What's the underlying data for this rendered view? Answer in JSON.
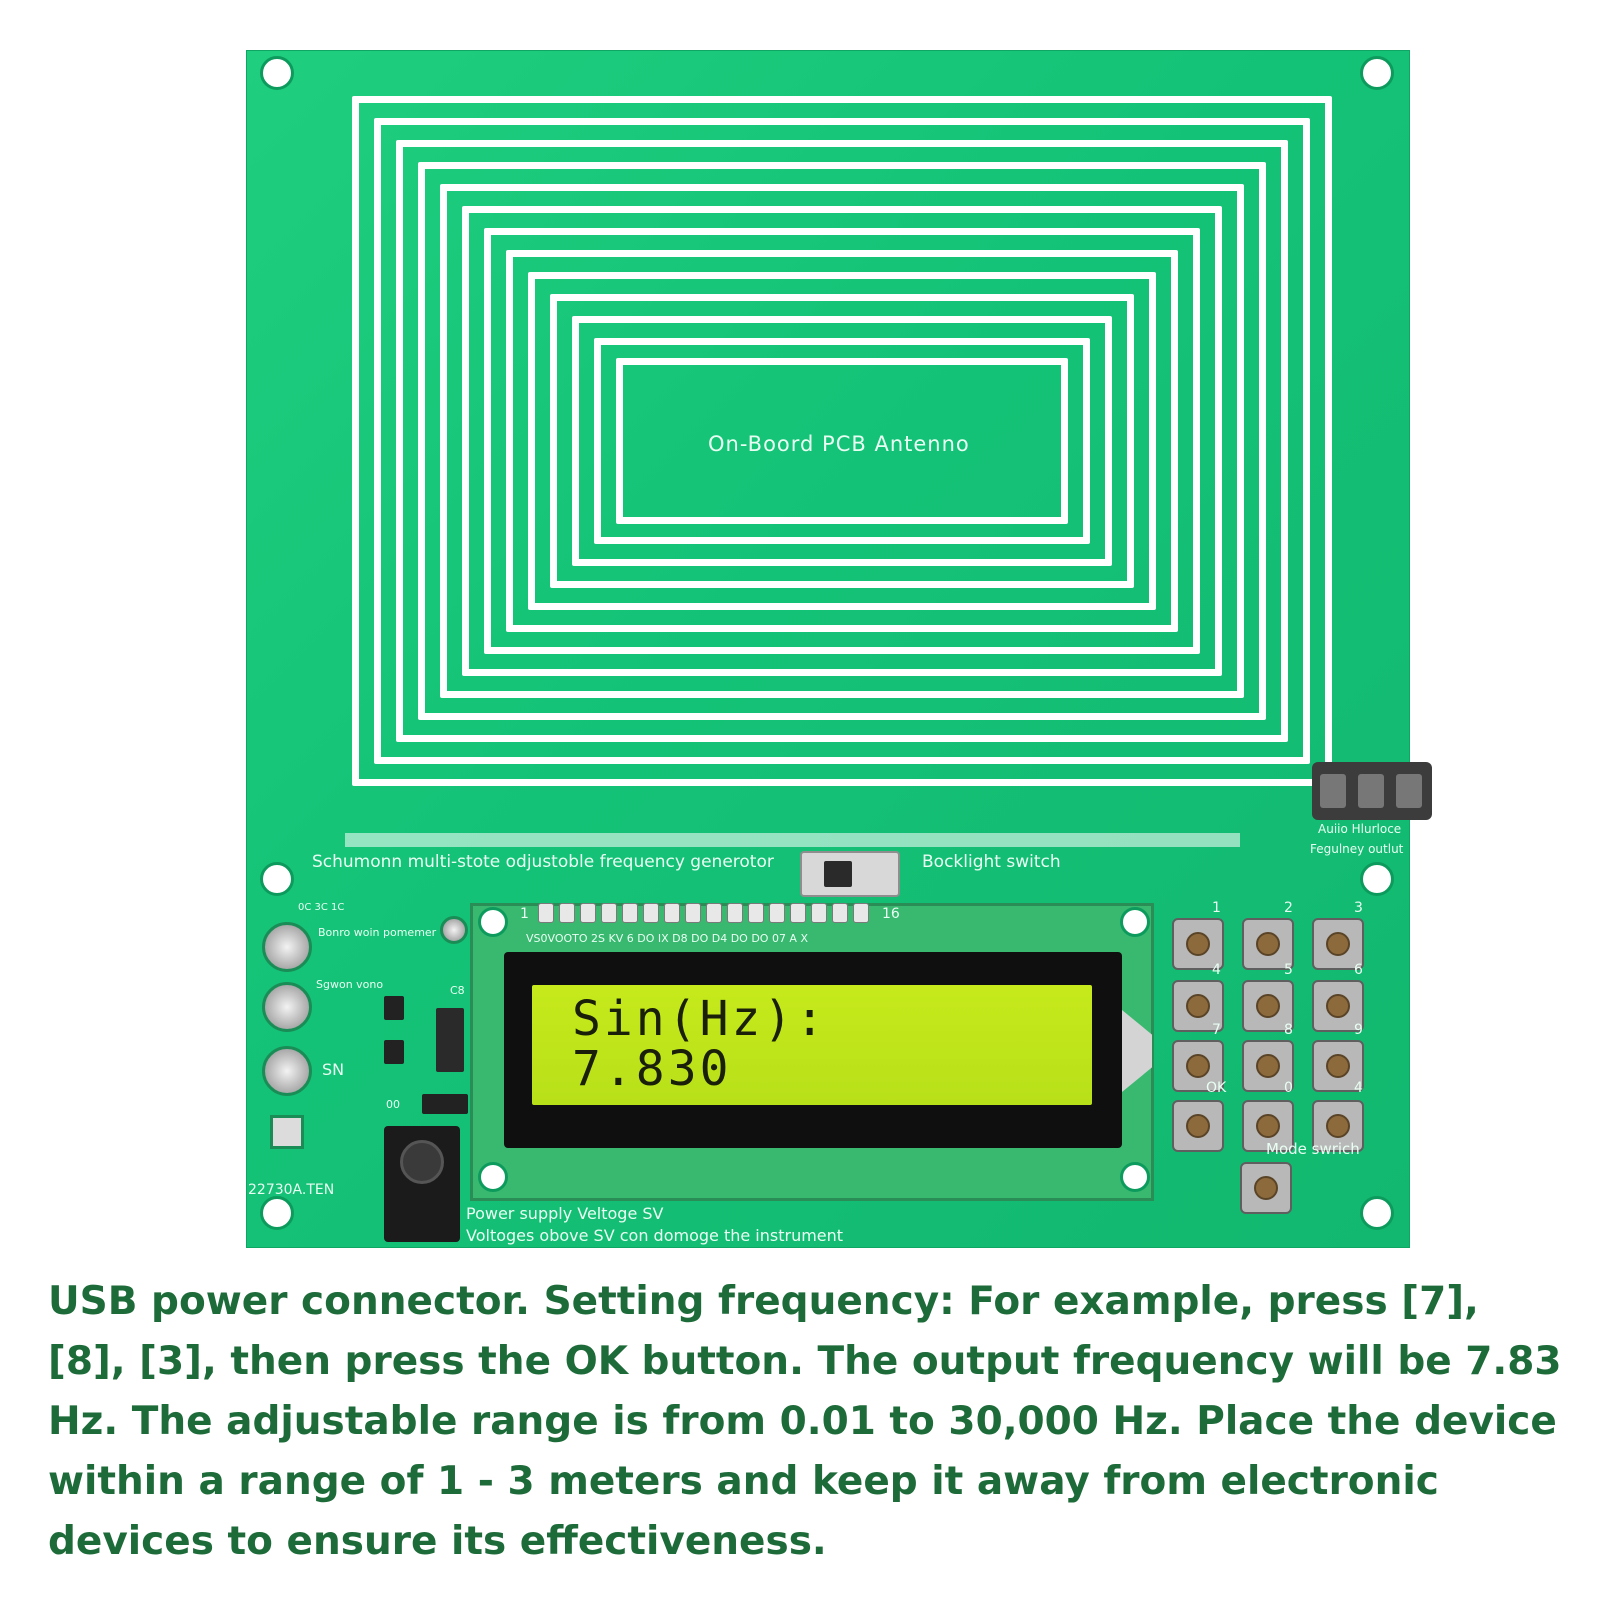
{
  "board": {
    "antenna_label": "On-Boord PCB Antenno",
    "title": "Schumonn multi-stote odjustoble frequency generotor",
    "backlight_label": "Bocklight switch",
    "audio_label_1": "Auiio Hlurloce",
    "audio_label_2": "Fegulney outlut",
    "left_label_1": "Bonro woin pomemer",
    "left_label_2": "Sgwon vono",
    "left_label_3": "SN",
    "left_small_label": "0C  3C  1C",
    "model_label": "22730A.TEN",
    "pin_numbers": {
      "start": "1",
      "end": "16"
    },
    "pin_labels": "VS0VOOTO 2S KV  6   DO IX  D8  DO  D4  DO  DO  07   A    X",
    "connector_label": "C8",
    "small_label_00": "00",
    "power_line_1": "Power supply Veltoge SV",
    "power_line_2": "Voltoges obove SV con domoge the instrument",
    "mode_label": "Mode swrich",
    "key_labels": [
      "1",
      "2",
      "3",
      "4",
      "5",
      "6",
      "7",
      "8",
      "9",
      "OK",
      "0",
      "4"
    ]
  },
  "lcd": {
    "line1": "Sin(Hz):",
    "line2": "7.830"
  },
  "caption": "USB power connector. Setting frequency: For example, press [7], [8], [3], then press the OK button. The output frequency will be 7.83 Hz. The adjustable range is from 0.01 to 30,000 Hz. Place the device within a range of 1 - 3 meters and keep it away from electronic devices to ensure its effectiveness."
}
